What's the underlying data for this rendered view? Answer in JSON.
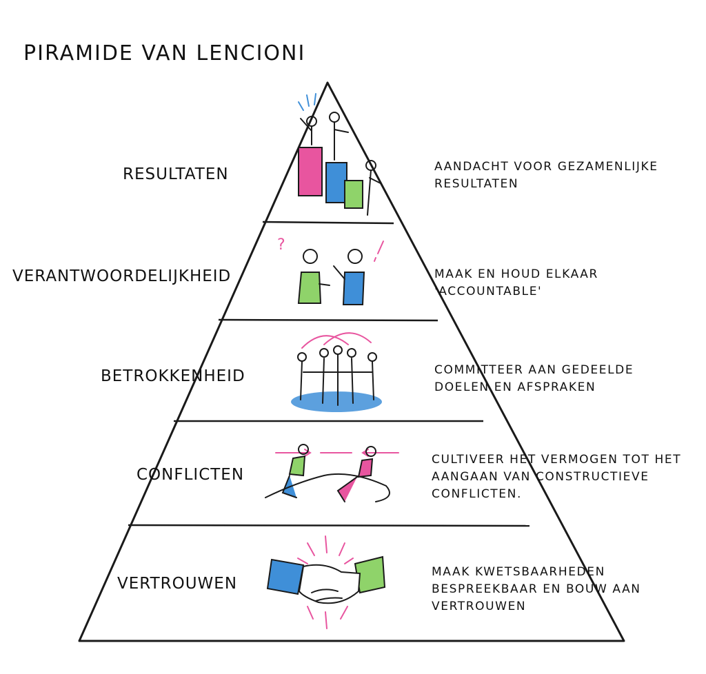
{
  "title": "PIRAMIDE VAN LENCIONI",
  "levels": [
    {
      "label": "RESULTATEN",
      "description": "AANDACHT VOOR GEZAMENLIJKE RESULTATEN"
    },
    {
      "label": "VERANTWOORDELIJKHEID",
      "description": "MAAK EN HOUD ELKAAR 'ACCOUNTABLE'"
    },
    {
      "label": "BETROKKENHEID",
      "description": "COMMITTEER AAN GEDEELDE DOELEN EN AFSPRAKEN"
    },
    {
      "label": "CONFLICTEN",
      "description": "CULTIVEER HET VERMOGEN TOT HET AANGAAN VAN CONSTRUCTIEVE CONFLICTEN."
    },
    {
      "label": "VERTROUWEN",
      "description": "MAAK KWETSBAARHEDEN BESPREEKBAAR EN BOUW AAN VERTROUWEN"
    }
  ],
  "icons": [
    "team-results-icon",
    "accountability-discussion-icon",
    "team-commitment-circle-icon",
    "tug-of-war-icon",
    "handshake-icon"
  ],
  "colors": {
    "pink": "#e8559f",
    "blue": "#3f8fd8",
    "green": "#8fd36a",
    "ink": "#1a1a1a"
  }
}
